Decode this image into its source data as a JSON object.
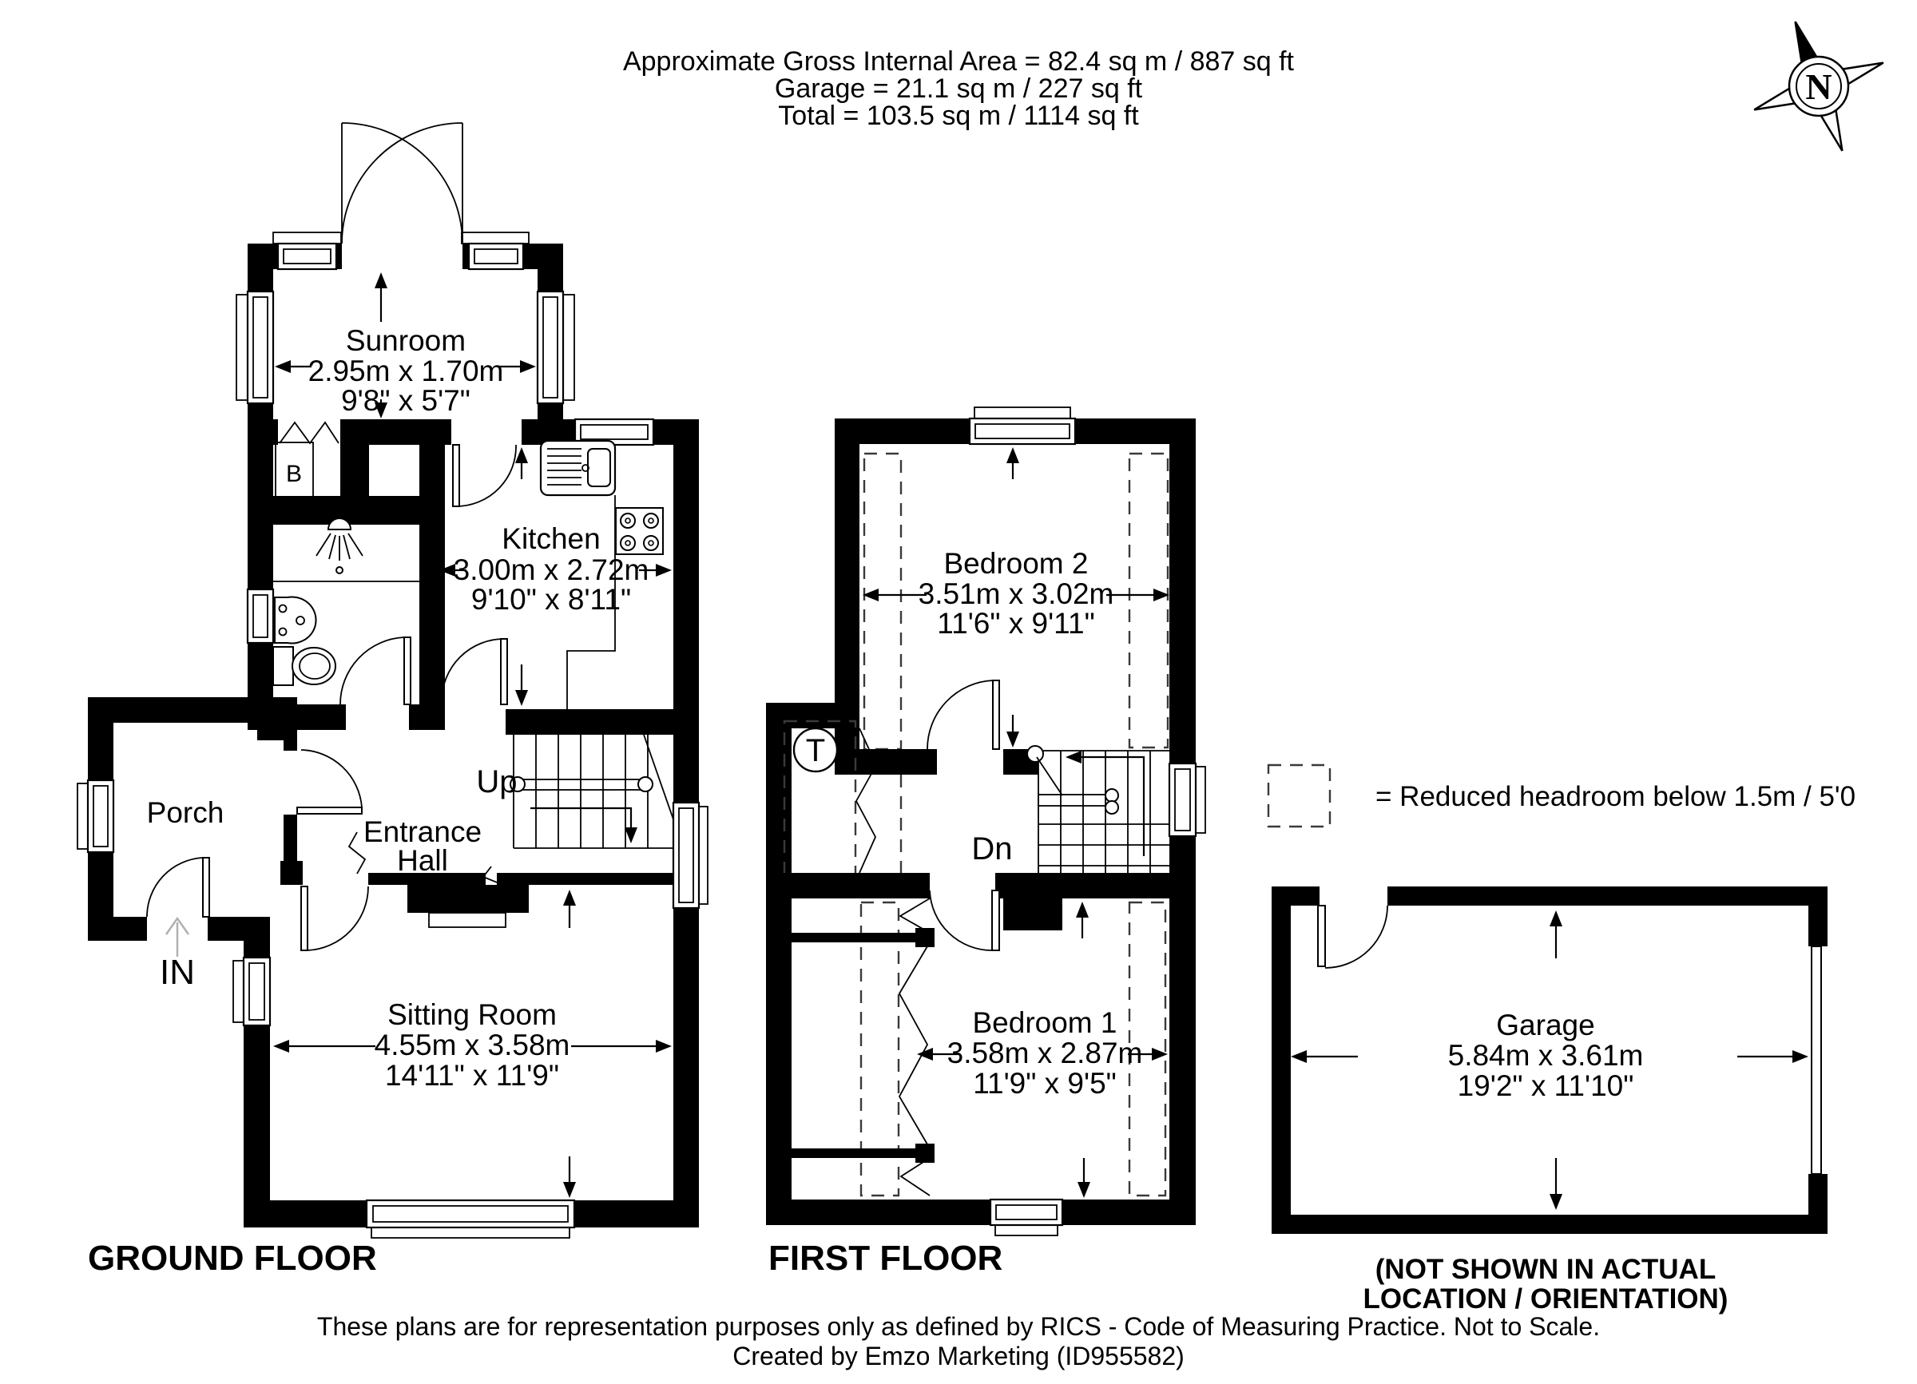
{
  "header": {
    "line1": "Approximate Gross Internal Area = 82.4 sq m / 887 sq ft",
    "line2": "Garage = 21.1 sq m / 227 sq ft",
    "line3": "Total = 103.5 sq m / 1114 sq ft"
  },
  "compass": {
    "label": "N"
  },
  "ground": {
    "title": "GROUND FLOOR",
    "rooms": {
      "sunroom": {
        "name": "Sunroom",
        "metric": "2.95m x 1.70m",
        "imperial": "9'8\" x 5'7\""
      },
      "kitchen": {
        "name": "Kitchen",
        "metric": "3.00m x 2.72m",
        "imperial": "9'10\" x 8'11\""
      },
      "entrance_hall": {
        "line1": "Entrance",
        "line2": "Hall"
      },
      "porch": {
        "name": "Porch"
      },
      "sitting_room": {
        "name": "Sitting Room",
        "metric": "4.55m x 3.58m",
        "imperial": "14'11\" x 11'9\""
      }
    },
    "annotations": {
      "up": "Up",
      "in_label": "IN",
      "boiler": "B"
    }
  },
  "first": {
    "title": "FIRST FLOOR",
    "rooms": {
      "bedroom2": {
        "name": "Bedroom 2",
        "metric": "3.51m x 3.02m",
        "imperial": "11'6\" x 9'11\""
      },
      "bedroom1": {
        "name": "Bedroom 1",
        "metric": "3.58m x 2.87m",
        "imperial": "11'9\" x 9'5\""
      }
    },
    "annotations": {
      "down": "Dn",
      "tank": "T"
    }
  },
  "garage": {
    "name": "Garage",
    "metric": "5.84m x 3.61m",
    "imperial": "19'2\" x 11'10\"",
    "note1": "(NOT SHOWN IN ACTUAL",
    "note2": "LOCATION / ORIENTATION)"
  },
  "legend": {
    "text": "= Reduced headroom below 1.5m / 5'0"
  },
  "footer": {
    "line1": "These plans are for representation purposes only as defined by RICS - Code of Measuring Practice. Not to Scale.",
    "line2": "Created by Emzo Marketing (ID955582)"
  },
  "colors": {
    "ink": "#000000",
    "paper": "#ffffff",
    "reduced_headroom_dash": "#3a3a3a"
  }
}
